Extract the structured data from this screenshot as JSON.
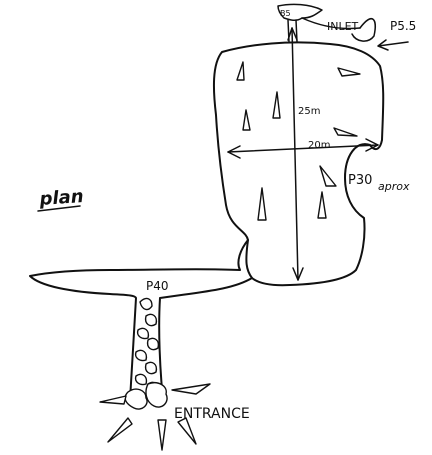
{
  "labels": {
    "plan": "plan",
    "entrance": "ENTRANCE",
    "p40": "P40",
    "inlet": "INLET",
    "p55": "P5.5",
    "p30": "P30",
    "approx": "aprox",
    "len_25m": "25m",
    "len_20m": "20m",
    "b5": "B5"
  },
  "colors": {
    "ink": "#111111",
    "paper": "#ffffff"
  }
}
